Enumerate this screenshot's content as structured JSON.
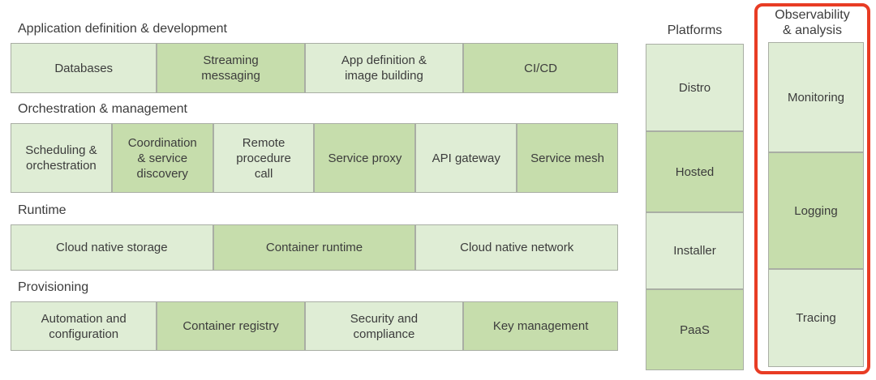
{
  "colors": {
    "background": "#ffffff",
    "light_green": "#dfedd5",
    "dark_green": "#c6ddac",
    "box_border": "#a9aea4",
    "text": "#3c3c3c",
    "highlight_red": "#e83c24"
  },
  "sections": [
    {
      "title": "Application definition & development",
      "items": [
        {
          "label": "Databases",
          "shade": "light"
        },
        {
          "label": "Streaming\nmessaging",
          "shade": "dark"
        },
        {
          "label": "App definition &\nimage building",
          "shade": "light"
        },
        {
          "label": "CI/CD",
          "shade": "dark"
        }
      ]
    },
    {
      "title": "Orchestration & management",
      "items": [
        {
          "label": "Scheduling &\norchestration",
          "shade": "light"
        },
        {
          "label": "Coordination\n& service\ndiscovery",
          "shade": "dark"
        },
        {
          "label": "Remote\nprocedure\ncall",
          "shade": "light"
        },
        {
          "label": "Service proxy",
          "shade": "dark"
        },
        {
          "label": "API gateway",
          "shade": "light"
        },
        {
          "label": "Service mesh",
          "shade": "dark"
        }
      ]
    },
    {
      "title": "Runtime",
      "items": [
        {
          "label": "Cloud native storage",
          "shade": "light"
        },
        {
          "label": "Container runtime",
          "shade": "dark"
        },
        {
          "label": "Cloud native network",
          "shade": "light"
        }
      ]
    },
    {
      "title": "Provisioning",
      "items": [
        {
          "label": "Automation and\nconfiguration",
          "shade": "light"
        },
        {
          "label": "Container registry",
          "shade": "dark"
        },
        {
          "label": "Security and\ncompliance",
          "shade": "light"
        },
        {
          "label": "Key management",
          "shade": "dark"
        }
      ]
    }
  ],
  "platforms": {
    "title": "Platforms",
    "items": [
      {
        "label": "Distro",
        "shade": "light"
      },
      {
        "label": "Hosted",
        "shade": "dark"
      },
      {
        "label": "Installer",
        "shade": "light"
      },
      {
        "label": "PaaS",
        "shade": "dark"
      }
    ]
  },
  "observability": {
    "title": "Observability\n& analysis",
    "items": [
      {
        "label": "Monitoring",
        "shade": "light"
      },
      {
        "label": "Logging",
        "shade": "dark"
      },
      {
        "label": "Tracing",
        "shade": "light"
      }
    ]
  }
}
